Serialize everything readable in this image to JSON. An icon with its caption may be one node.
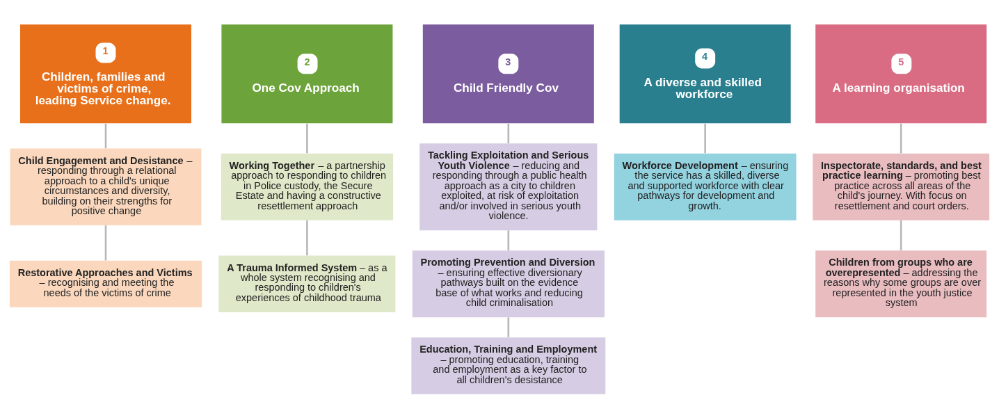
{
  "diagram": {
    "nodes": [
      {
        "text": [
          "1",
          "Children, families and victims of crime, leading Service change."
        ]
      },
      {
        "text": [
          "**Child Engagement and Desistance** – responding through a relational approach to a child's unique circumstances and diversity, building on their strengths for positive change"
        ]
      },
      {
        "text": [
          "**Restorative Approaches and Victims** – recognising and meeting the needs of the victims of crime"
        ]
      },
      {
        "text": [
          "2",
          "One Cov Approach"
        ]
      },
      {
        "text": [
          "**Working Together** – a partnership approach to responding to children in Police custody, the Secure Estate and having a constructive resettlement approach"
        ]
      },
      {
        "text": [
          "**A Trauma Informed System** – as a whole system recognising and responding to children's experiences of childhood trauma"
        ]
      },
      {
        "text": [
          "3",
          "Child Friendly Cov"
        ]
      },
      {
        "text": [
          "**Tackling Exploitation and Serious Youth Violence** – reducing and responding through a public health approach as a city to children exploited, at risk of exploitation and/or involved in serious youth violence."
        ]
      },
      {
        "text": [
          "**Promoting Prevention and Diversion** – ensuring effective diversionary pathways built on the evidence base of what works and reducing child criminalisation"
        ]
      },
      {
        "text": [
          "**Education, Training and Employment** – promoting education, training and employment as a key factor to all children's desistance"
        ]
      },
      {
        "text": [
          "4",
          "A diverse and skilled workforce"
        ]
      },
      {
        "text": [
          "**Workforce Development** – ensuring the service has a skilled, diverse and supported workforce with clear pathways for development and growth."
        ]
      },
      {
        "text": [
          "5",
          "A learning organisation"
        ]
      },
      {
        "text": [
          "**Inspectorate, standards, and best practice learning** – promoting best practice across all areas of the child's journey. With focus on resettlement and court orders."
        ]
      },
      {
        "text": [
          "**Children from groups who are overepresented** – addressing the reasons why some groups are over represented in the youth justice system"
        ]
      }
    ],
    "edges": [
      {
        "from": 0,
        "to": 1,
        "arrow": "none"
      },
      {
        "from": 1,
        "to": 2,
        "arrow": "none"
      },
      {
        "from": 3,
        "to": 4,
        "arrow": "none"
      },
      {
        "from": 4,
        "to": 5,
        "arrow": "none"
      },
      {
        "from": 6,
        "to": 7,
        "arrow": "none"
      },
      {
        "from": 7,
        "to": 8,
        "arrow": "none"
      },
      {
        "from": 8,
        "to": 9,
        "arrow": "none"
      },
      {
        "from": 10,
        "to": 11,
        "arrow": "none"
      },
      {
        "from": 12,
        "to": 13,
        "arrow": "none"
      },
      {
        "from": 13,
        "to": 14,
        "arrow": "none"
      }
    ]
  }
}
